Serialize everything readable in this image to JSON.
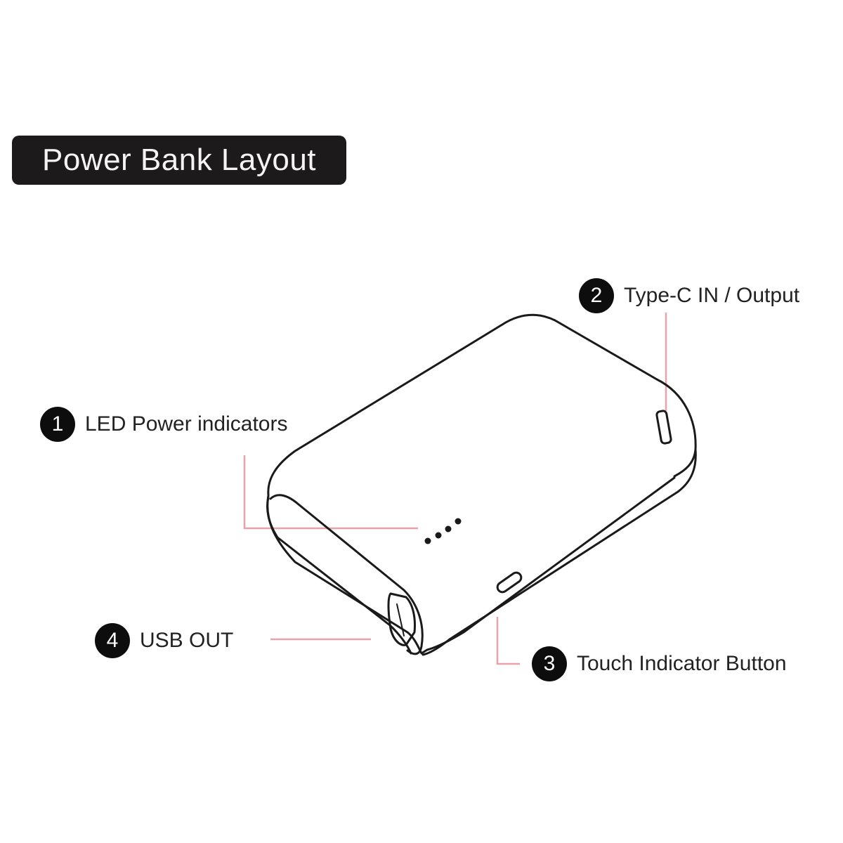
{
  "title": "Power Bank Layout",
  "callouts": [
    {
      "number": "1",
      "label": "LED Power indicators"
    },
    {
      "number": "2",
      "label": "Type-C IN / Output"
    },
    {
      "number": "3",
      "label": "Touch Indicator Button"
    },
    {
      "number": "4",
      "label": "USB OUT"
    }
  ],
  "colors": {
    "leader_line": "#e8a3aa",
    "outline": "#1a1a1a",
    "badge": "#0d0d0d",
    "title_bg": "#1c1a1a"
  }
}
